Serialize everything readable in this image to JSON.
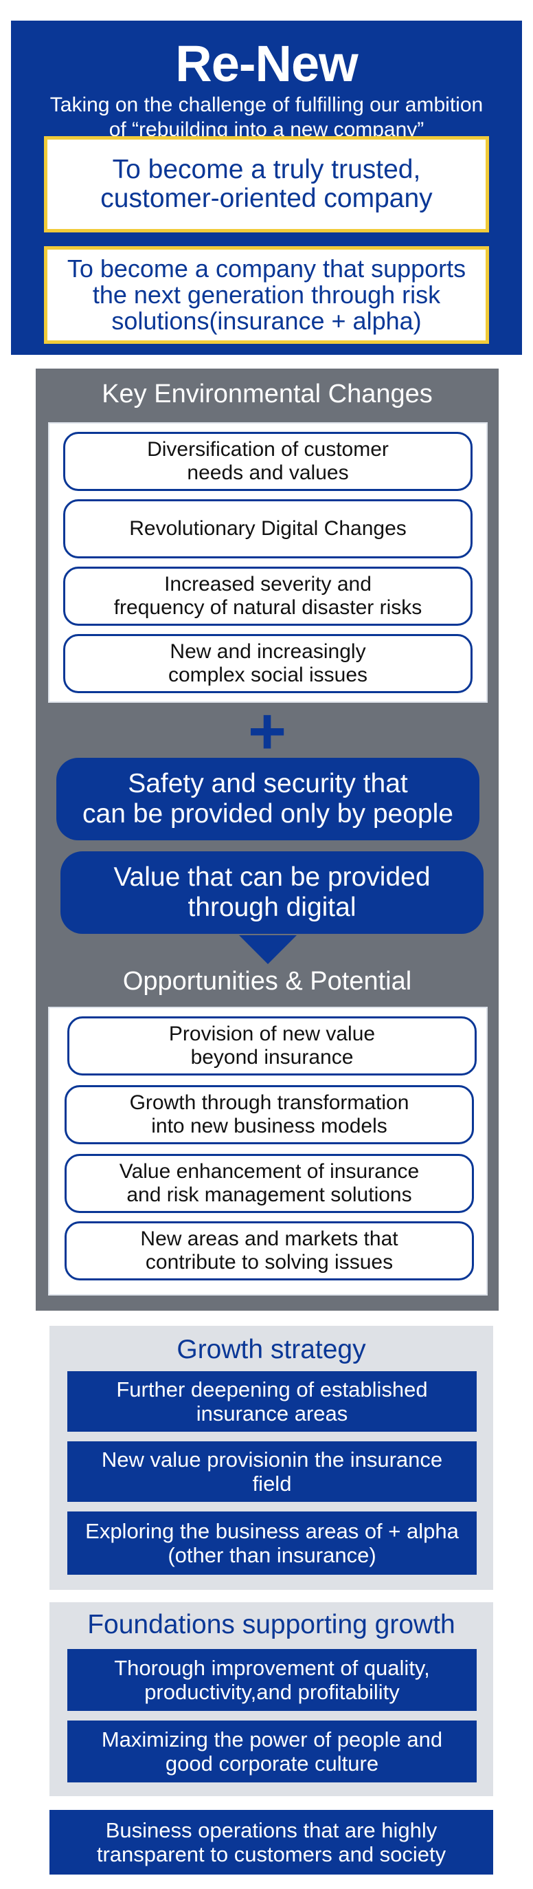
{
  "renew": {
    "title": "Re-New",
    "subtitle_line1": "Taking on the challenge of fulfilling our ambition",
    "subtitle_line2": "of “rebuilding into a new company”",
    "goals": [
      {
        "line1": "To become a truly trusted,",
        "line2": "customer-oriented company",
        "line3": ""
      },
      {
        "line1": "To become a company that supports",
        "line2": "the next generation through risk",
        "line3": "solutions(insurance + alpha)"
      }
    ]
  },
  "environment": {
    "title": "Key Environmental Changes",
    "changes": [
      {
        "line1": "Diversification of customer",
        "line2": "needs and values"
      },
      {
        "line1": "Revolutionary Digital Changes",
        "line2": ""
      },
      {
        "line1": "Increased severity and",
        "line2": "frequency of natural disaster risks"
      },
      {
        "line1": "New and increasingly",
        "line2": "complex social issues"
      }
    ],
    "plus_symbol": "+",
    "values": [
      {
        "line1": "Safety and security that",
        "line2": "can be provided only by people"
      },
      {
        "line1": "Value that can be provided",
        "line2": "through digital"
      }
    ],
    "opportunities_title": "Opportunities & Potential",
    "opportunities": [
      {
        "line1": "Provision of new value",
        "line2": "beyond insurance"
      },
      {
        "line1": "Growth through transformation",
        "line2": "into new business models"
      },
      {
        "line1": "Value enhancement of insurance",
        "line2": "and risk management solutions"
      },
      {
        "line1": "New areas and markets that",
        "line2": "contribute to solving issues"
      }
    ]
  },
  "growth_strategy": {
    "title": "Growth strategy",
    "items": [
      {
        "line1": "Further deepening of established",
        "line2": "insurance areas"
      },
      {
        "line1": "New value provisionin the insurance",
        "line2": "field"
      },
      {
        "line1": "Exploring the business areas of + alpha",
        "line2": "(other than insurance)"
      }
    ]
  },
  "foundations": {
    "title": "Foundations supporting growth",
    "items": [
      {
        "line1": "Thorough improvement of quality,",
        "line2": "productivity,and profitability"
      },
      {
        "line1": "Maximizing the power of people and",
        "line2": "good corporate culture"
      }
    ]
  },
  "bottom": {
    "line1": "Business operations that are highly",
    "line2": "transparent to customers and society"
  },
  "colors": {
    "navy": "#0a3796",
    "gold_border": "#f1cb3a",
    "grey_panel": "#6c7179",
    "light_grey": "#dee1e6"
  }
}
